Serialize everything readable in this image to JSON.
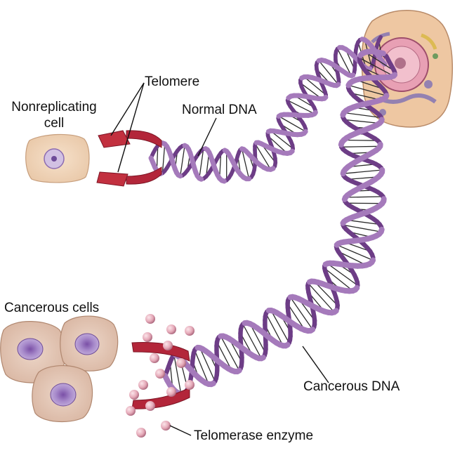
{
  "labels": {
    "telomere": "Telomere",
    "normal_dna": "Normal DNA",
    "nonreplicating_line1": "Nonreplicating",
    "nonreplicating_line2": "cell",
    "cancerous_cells": "Cancerous cells",
    "cancerous_dna": "Cancerous DNA",
    "telomerase": "Telomerase enzyme"
  },
  "colors": {
    "strand_light": "#c9a3d6",
    "strand_mid": "#9b6bb0",
    "strand_dark": "#6d3d86",
    "telomere_red": "#b3263a",
    "telomere_dark": "#7d1525",
    "cell_fill": "#f1d7bd",
    "cancer_cell_fill": "#e3c8b8",
    "nucleus": "#a98ac6",
    "enzyme": "#e2aab8"
  }
}
